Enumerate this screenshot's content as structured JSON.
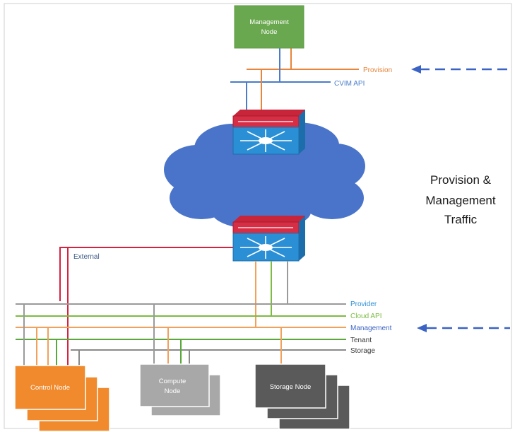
{
  "nodes": {
    "management": {
      "line1": "Management",
      "line2": "Node"
    },
    "control": {
      "label": "Control Node"
    },
    "compute": {
      "line1": "Compute",
      "line2": "Node"
    },
    "storage": {
      "label": "Storage Node"
    }
  },
  "networks": {
    "provision": "Provision",
    "cvim_api": "CVIM API",
    "external": "External",
    "provider": "Provider",
    "cloud_api": "Cloud API",
    "management": "Management",
    "tenant": "Tenant",
    "storage": "Storage"
  },
  "title": {
    "line1": "Provision &",
    "line2": "Management",
    "line3": "Traffic"
  },
  "colors": {
    "provision": "#e8853a",
    "cvim_api": "#4a7cc9",
    "external": "#d6213f",
    "provider": "#9a9a9a",
    "cloud_api": "#7dbb42",
    "management": "#f2a05a",
    "tenant": "#5aa83a",
    "storage": "#8a8a8a",
    "management_node": "#6aa84f",
    "control_node": "#f08a2c",
    "compute_node": "#a8a8a8",
    "storage_node": "#5a5a5a",
    "cloud": "#4a74c9",
    "switch_top": "#c8243a",
    "switch_body": "#2b8fd6"
  }
}
